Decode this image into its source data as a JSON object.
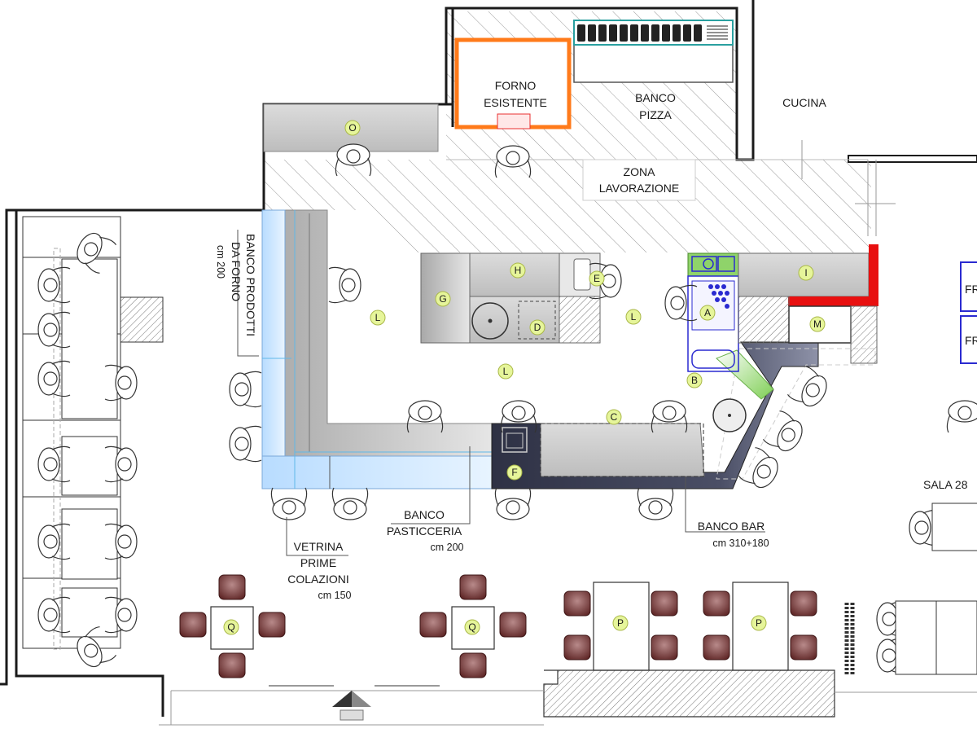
{
  "labels": {
    "forno_line1": "FORNO",
    "forno_line2": "ESISTENTE",
    "banco_pizza_line1": "BANCO",
    "banco_pizza_line2": "PIZZA",
    "cucina": "CUCINA",
    "zona_line1": "ZONA",
    "zona_line2": "LAVORAZIONE",
    "banco_prodotti_line1": "BANCO PRODOTTI",
    "banco_prodotti_line2": "DA FORNO",
    "banco_prodotti_size": "cm 200",
    "banco_pasticceria_line1": "BANCO",
    "banco_pasticceria_line2": "PASTICCERIA",
    "banco_pasticceria_size": "cm 200",
    "vetrina_line1": "VETRINA",
    "vetrina_line2": "PRIME",
    "vetrina_line3": "COLAZIONI",
    "vetrina_size": "cm 150",
    "banco_bar": "BANCO BAR",
    "banco_bar_size": "cm 310+180",
    "sala": "SALA 28",
    "fr_top": "FR",
    "fr_bottom": "FR"
  },
  "badges": {
    "O": "O",
    "H": "H",
    "E": "E",
    "I": "I",
    "G": "G",
    "L1": "L",
    "L2": "L",
    "L3": "L",
    "A": "A",
    "D": "D",
    "M": "M",
    "B": "B",
    "C": "C",
    "F": "F",
    "Q1": "Q",
    "Q2": "Q",
    "P1": "P",
    "P2": "P"
  },
  "colors": {
    "wall": "#1a1a1a",
    "counter": "#c8c8c8",
    "counter_dark": "#9a9a9a",
    "bar_dark": "#3a3d50",
    "oven": "#ff7a1a",
    "vetrina_blue": "#a8d0f5",
    "badge": "#e6f59a",
    "chair": "#7a3a3a",
    "red_wall": "#e81010",
    "equipment_green": "#8fd36a",
    "equipment_blue": "#2a2ad0"
  }
}
